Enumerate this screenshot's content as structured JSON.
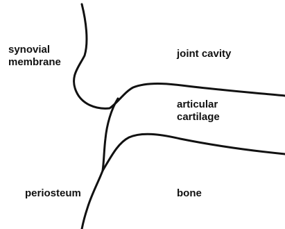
{
  "labels": {
    "synovial_line1": "synovial",
    "synovial_line2": "membrane",
    "joint_cavity": "joint cavity",
    "articular_line1": "articular",
    "articular_line2": "cartilage",
    "periosteum": "periosteum",
    "bone": "bone"
  },
  "colors": {
    "line": "#111111",
    "background": "#ffffff"
  }
}
